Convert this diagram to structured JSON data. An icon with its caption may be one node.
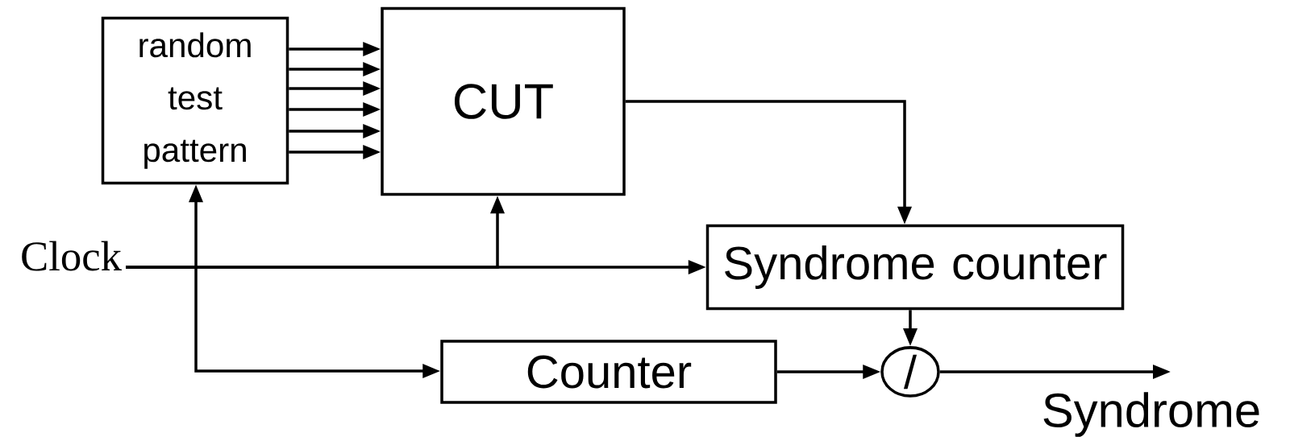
{
  "diagram": {
    "nodes": [
      {
        "text": [
          "random test pattern"
        ]
      },
      {
        "text": [
          "CUT"
        ]
      },
      {
        "text": [
          "Clock"
        ]
      },
      {
        "text": [
          "Syndrome counter"
        ]
      },
      {
        "text": [
          "Counter"
        ]
      },
      {
        "text": [
          "/"
        ]
      },
      {
        "text": [
          "Syndrome"
        ]
      }
    ],
    "edges": [
      {
        "from": 0,
        "to": 1,
        "arrow": "to"
      },
      {
        "from": 0,
        "to": 1,
        "arrow": "to"
      },
      {
        "from": 0,
        "to": 1,
        "arrow": "to"
      },
      {
        "from": 0,
        "to": 1,
        "arrow": "to"
      },
      {
        "from": 0,
        "to": 1,
        "arrow": "to"
      },
      {
        "from": 0,
        "to": 1,
        "arrow": "to"
      },
      {
        "from": 1,
        "to": 3,
        "arrow": "to"
      },
      {
        "from": 2,
        "to": 3,
        "arrow": "to"
      },
      {
        "from": 2,
        "to": 1,
        "arrow": "to"
      },
      {
        "from": 2,
        "to": 0,
        "arrow": "to"
      },
      {
        "from": 2,
        "to": 4,
        "arrow": "to"
      },
      {
        "from": 3,
        "to": 5,
        "arrow": "to"
      },
      {
        "from": 4,
        "to": 5,
        "arrow": "to"
      },
      {
        "from": 5,
        "to": 6,
        "arrow": "to"
      }
    ]
  }
}
